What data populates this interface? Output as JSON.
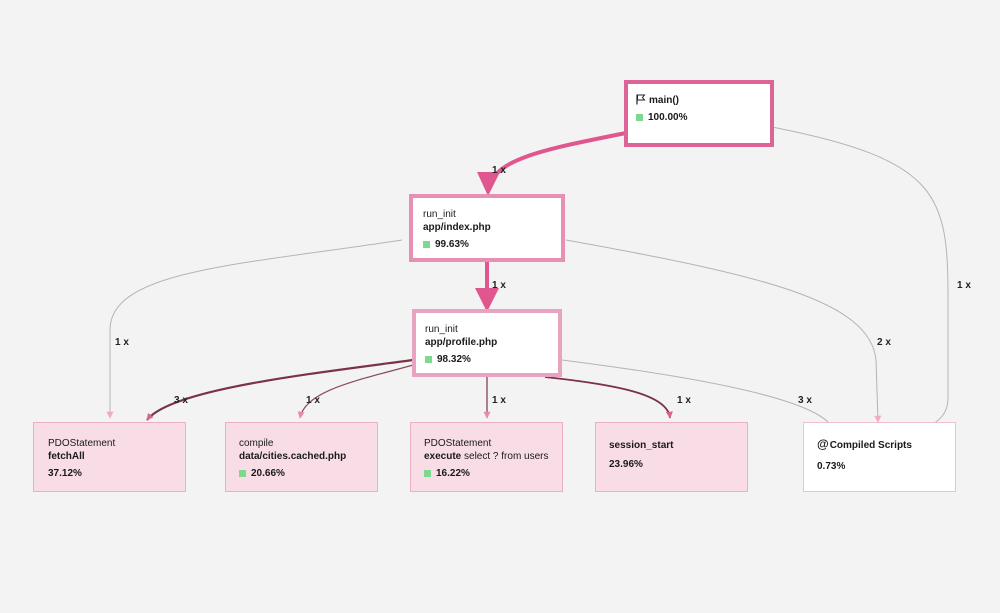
{
  "colors": {
    "background": "#f3f3f3",
    "main_border": "#dc6497",
    "init_border": "#e690b5",
    "leaf_fill": "#f8dde7",
    "leaf_border": "#ecb0c6",
    "compiled_border": "#efc0d1",
    "green_square": "#7dd98d",
    "edge_hot": "#e0578f",
    "edge_dark": "#7a3346",
    "edge_grey": "#b4b4b4",
    "edge_light_pink": "#eaa0bd"
  },
  "nodes": {
    "main": {
      "icon": "flag-icon",
      "name": "main()",
      "percent": "100.00%"
    },
    "index": {
      "kind": "run_init",
      "name": "app/index.php",
      "percent": "99.63%"
    },
    "profile": {
      "kind": "run_init",
      "name": "app/profile.php",
      "percent": "98.32%"
    },
    "fetchall": {
      "kind": "PDOStatement",
      "name": "fetchAll",
      "percent": "37.12%"
    },
    "compile": {
      "kind": "compile",
      "name": "data/cities.cached.php",
      "percent": "20.66%"
    },
    "execute": {
      "kind": "PDOStatement",
      "name": "execute",
      "name_rest": " select ? from users o...",
      "percent": "16.22%"
    },
    "session": {
      "name": "session_start",
      "percent": "23.96%"
    },
    "compiled": {
      "prefix": "@",
      "name": "Compiled Scripts",
      "percent": "0.73%"
    }
  },
  "edges": {
    "main_index": "1 x",
    "index_profile": "1 x",
    "main_compiled": "1 x",
    "index_fetchall": "1 x",
    "index_compiled": "2 x",
    "profile_fetchall": "3 x",
    "profile_compile": "1 x",
    "profile_execute": "1 x",
    "profile_session": "1 x",
    "profile_compiled": "3 x"
  }
}
